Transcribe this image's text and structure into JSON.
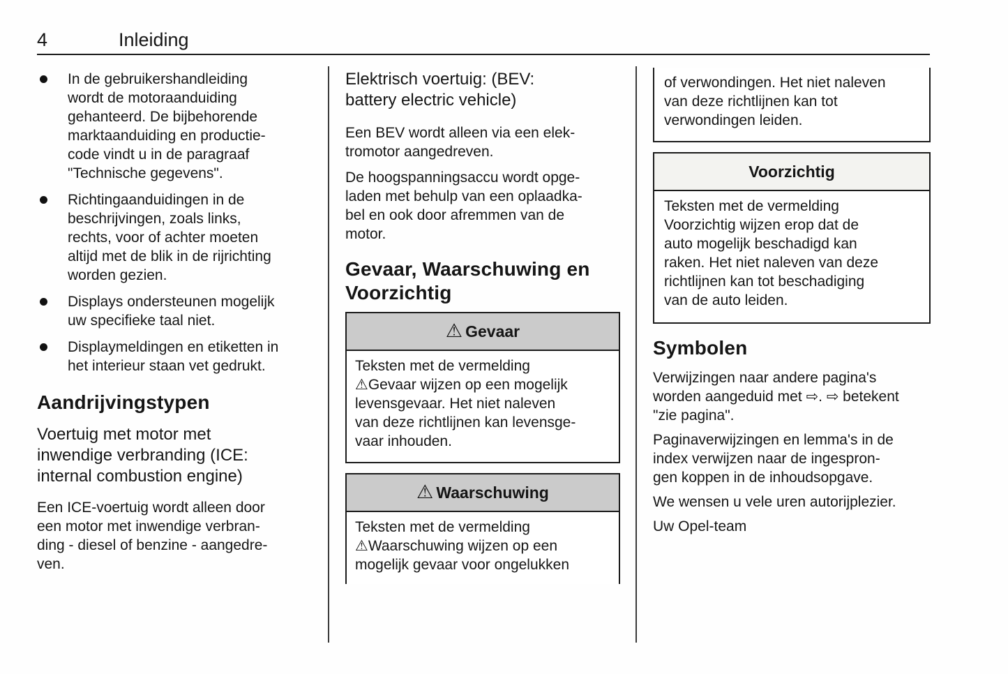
{
  "page": {
    "number": "4",
    "chapter": "Inleiding"
  },
  "col1": {
    "bullets": [
      "In de gebruikershandleiding\nwordt de motoraanduiding\ngehanteerd. De bijbehorende\nmarktaanduiding en productie-\ncode vindt u in de paragraaf\n\"Technische gegevens\".",
      "Richtingaanduidingen in de\nbeschrijvingen, zoals links,\nrechts, voor of achter moeten\naltijd met de blik in de rijrichting\nworden gezien.",
      "Displays ondersteunen mogelijk\nuw specifieke taal niet.",
      "Displaymeldingen en etiketten in\nhet interieur staan vet gedrukt."
    ],
    "heading_drivetypes": "Aandrijvingstypen",
    "subheading_ice": "Voertuig met motor met\ninwendige verbranding (ICE:\ninternal combustion engine)",
    "para_ice": "Een ICE-voertuig wordt alleen door\neen motor met inwendige verbran-\nding - diesel of benzine - aangedre-\nven."
  },
  "col2": {
    "subheading_bev": "Elektrisch voertuig: (BEV:\nbattery electric vehicle)",
    "para_bev_1": "Een BEV wordt alleen via een elek-\ntromotor aangedreven.",
    "para_bev_2": "De hoogspanningsaccu wordt opge-\nladen met behulp van een oplaadka-\nbel en ook door afremmen van de\nmotor.",
    "heading_warnings": "Gevaar, Waarschuwing en\nVoorzichtig",
    "danger_box": {
      "icon": "⚠",
      "title": "Gevaar",
      "body": "Teksten met de vermelding\n⚠Gevaar wijzen op een mogelijk\nlevensgevaar. Het niet naleven\nvan deze richtlijnen kan levensge-\nvaar inhouden."
    },
    "warning_box": {
      "icon": "⚠",
      "title": "Waarschuwing",
      "body": "Teksten met de vermelding\n⚠Waarschuwing wijzen op een\nmogelijk gevaar voor ongelukken"
    }
  },
  "col3": {
    "warning_box_continuation": "of verwondingen. Het niet naleven\nvan deze richtlijnen kan tot\nverwondingen leiden.",
    "caution_box": {
      "title": "Voorzichtig",
      "body": "Teksten met de vermelding\nVoorzichtig wijzen erop dat de\nauto mogelijk beschadigd kan\nraken. Het niet naleven van deze\nrichtlijnen kan tot beschadiging\nvan de auto leiden."
    },
    "heading_symbols": "Symbolen",
    "para_symbols_1": "Verwijzingen naar andere pagina's\nworden aangeduid met ⇨. ⇨ betekent\n\"zie pagina\".",
    "para_symbols_2": "Paginaverwijzingen en lemma's in de\nindex verwijzen naar de ingespron-\ngen koppen in de inhoudsopgave.",
    "para_symbols_3": "We wensen u vele uren autorijplezier.",
    "para_symbols_4": "Uw Opel-team"
  },
  "colors": {
    "box_header_gray": "#cbcbcb",
    "caution_header_light": "#f3f3f0",
    "border_black": "#1a1a1a"
  }
}
